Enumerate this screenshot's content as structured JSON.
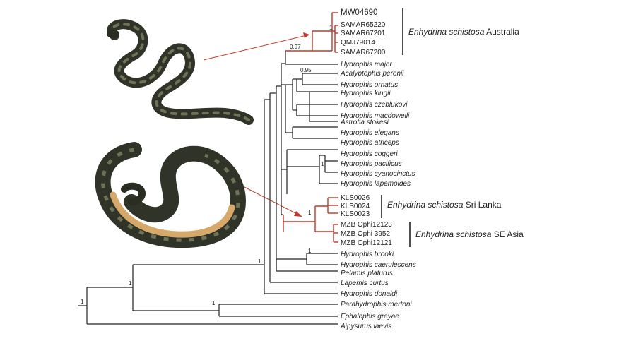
{
  "taxa": {
    "mw04690": "MW04690",
    "samar65220": "SAMAR65220",
    "samar67201": "SAMAR67201",
    "qmj79014": "QMJ79014",
    "samar67200": "SAMAR67200",
    "h_major": "Hydrophis major",
    "a_peronii": "Acalyptophis peronii",
    "h_ornatus": "Hydrophis ornatus",
    "h_kingii": "Hydrophis kingii",
    "h_czeblukovi": "Hydrophis czeblukovi",
    "h_macdowelli": "Hydrophis macdowelli",
    "a_stokesi": "Astrotia stokesi",
    "h_elegans": "Hydrophis elegans",
    "h_atriceps": "Hydrophis atriceps",
    "h_coggeri": "Hydrophis coggeri",
    "h_pacificus": "Hydrophis pacificus",
    "h_cyanocinctus": "Hydrophis cyanocinctus",
    "h_lapemoides": "Hydrophis lapemoides",
    "kls0026": "KLS0026",
    "kls0024": "KLS0024",
    "kls0023": "KLS0023",
    "mzb12123": "MZB Ophi12123",
    "mzb3952": "MZB Ophi 3952",
    "mzb12121": "MZB Ophi12121",
    "h_brooki": "Hydrophis brooki",
    "h_caerulescens": "Hydrophis caerulescens",
    "p_platurus": "Pelamis platurus",
    "l_curtus": "Lapemis curtus",
    "h_donaldi": "Hydrophis donaldi",
    "p_mertoni": "Parahydrophis mertoni",
    "e_greyae": "Ephalophis greyae",
    "a_laevis": "Aipysurus laevis"
  },
  "groups": {
    "australia_species": "Enhydrina schistosa",
    "australia_region": "Australia",
    "srilanka_species": "Enhydrina schistosa",
    "srilanka_region": "Sri Lanka",
    "seasia_species": "Enhydrina schistosa",
    "seasia_region": "SE Asia"
  },
  "support": {
    "australia_clade": "1",
    "australia_plus_major": "0.97",
    "peronii_clade": "0.95",
    "coggeri_clade": "1",
    "schistosa_asia_clade": "1",
    "brooki_clade": "1",
    "core_clade": "1",
    "mertoni_clade": "1",
    "root_inner": "1",
    "root": "1"
  },
  "colors": {
    "branch": "#222222",
    "highlight": "#c0392b",
    "snake_dark": "#2f3328",
    "snake_band": "#6f7257",
    "snake_belly": "#d6a86a"
  }
}
